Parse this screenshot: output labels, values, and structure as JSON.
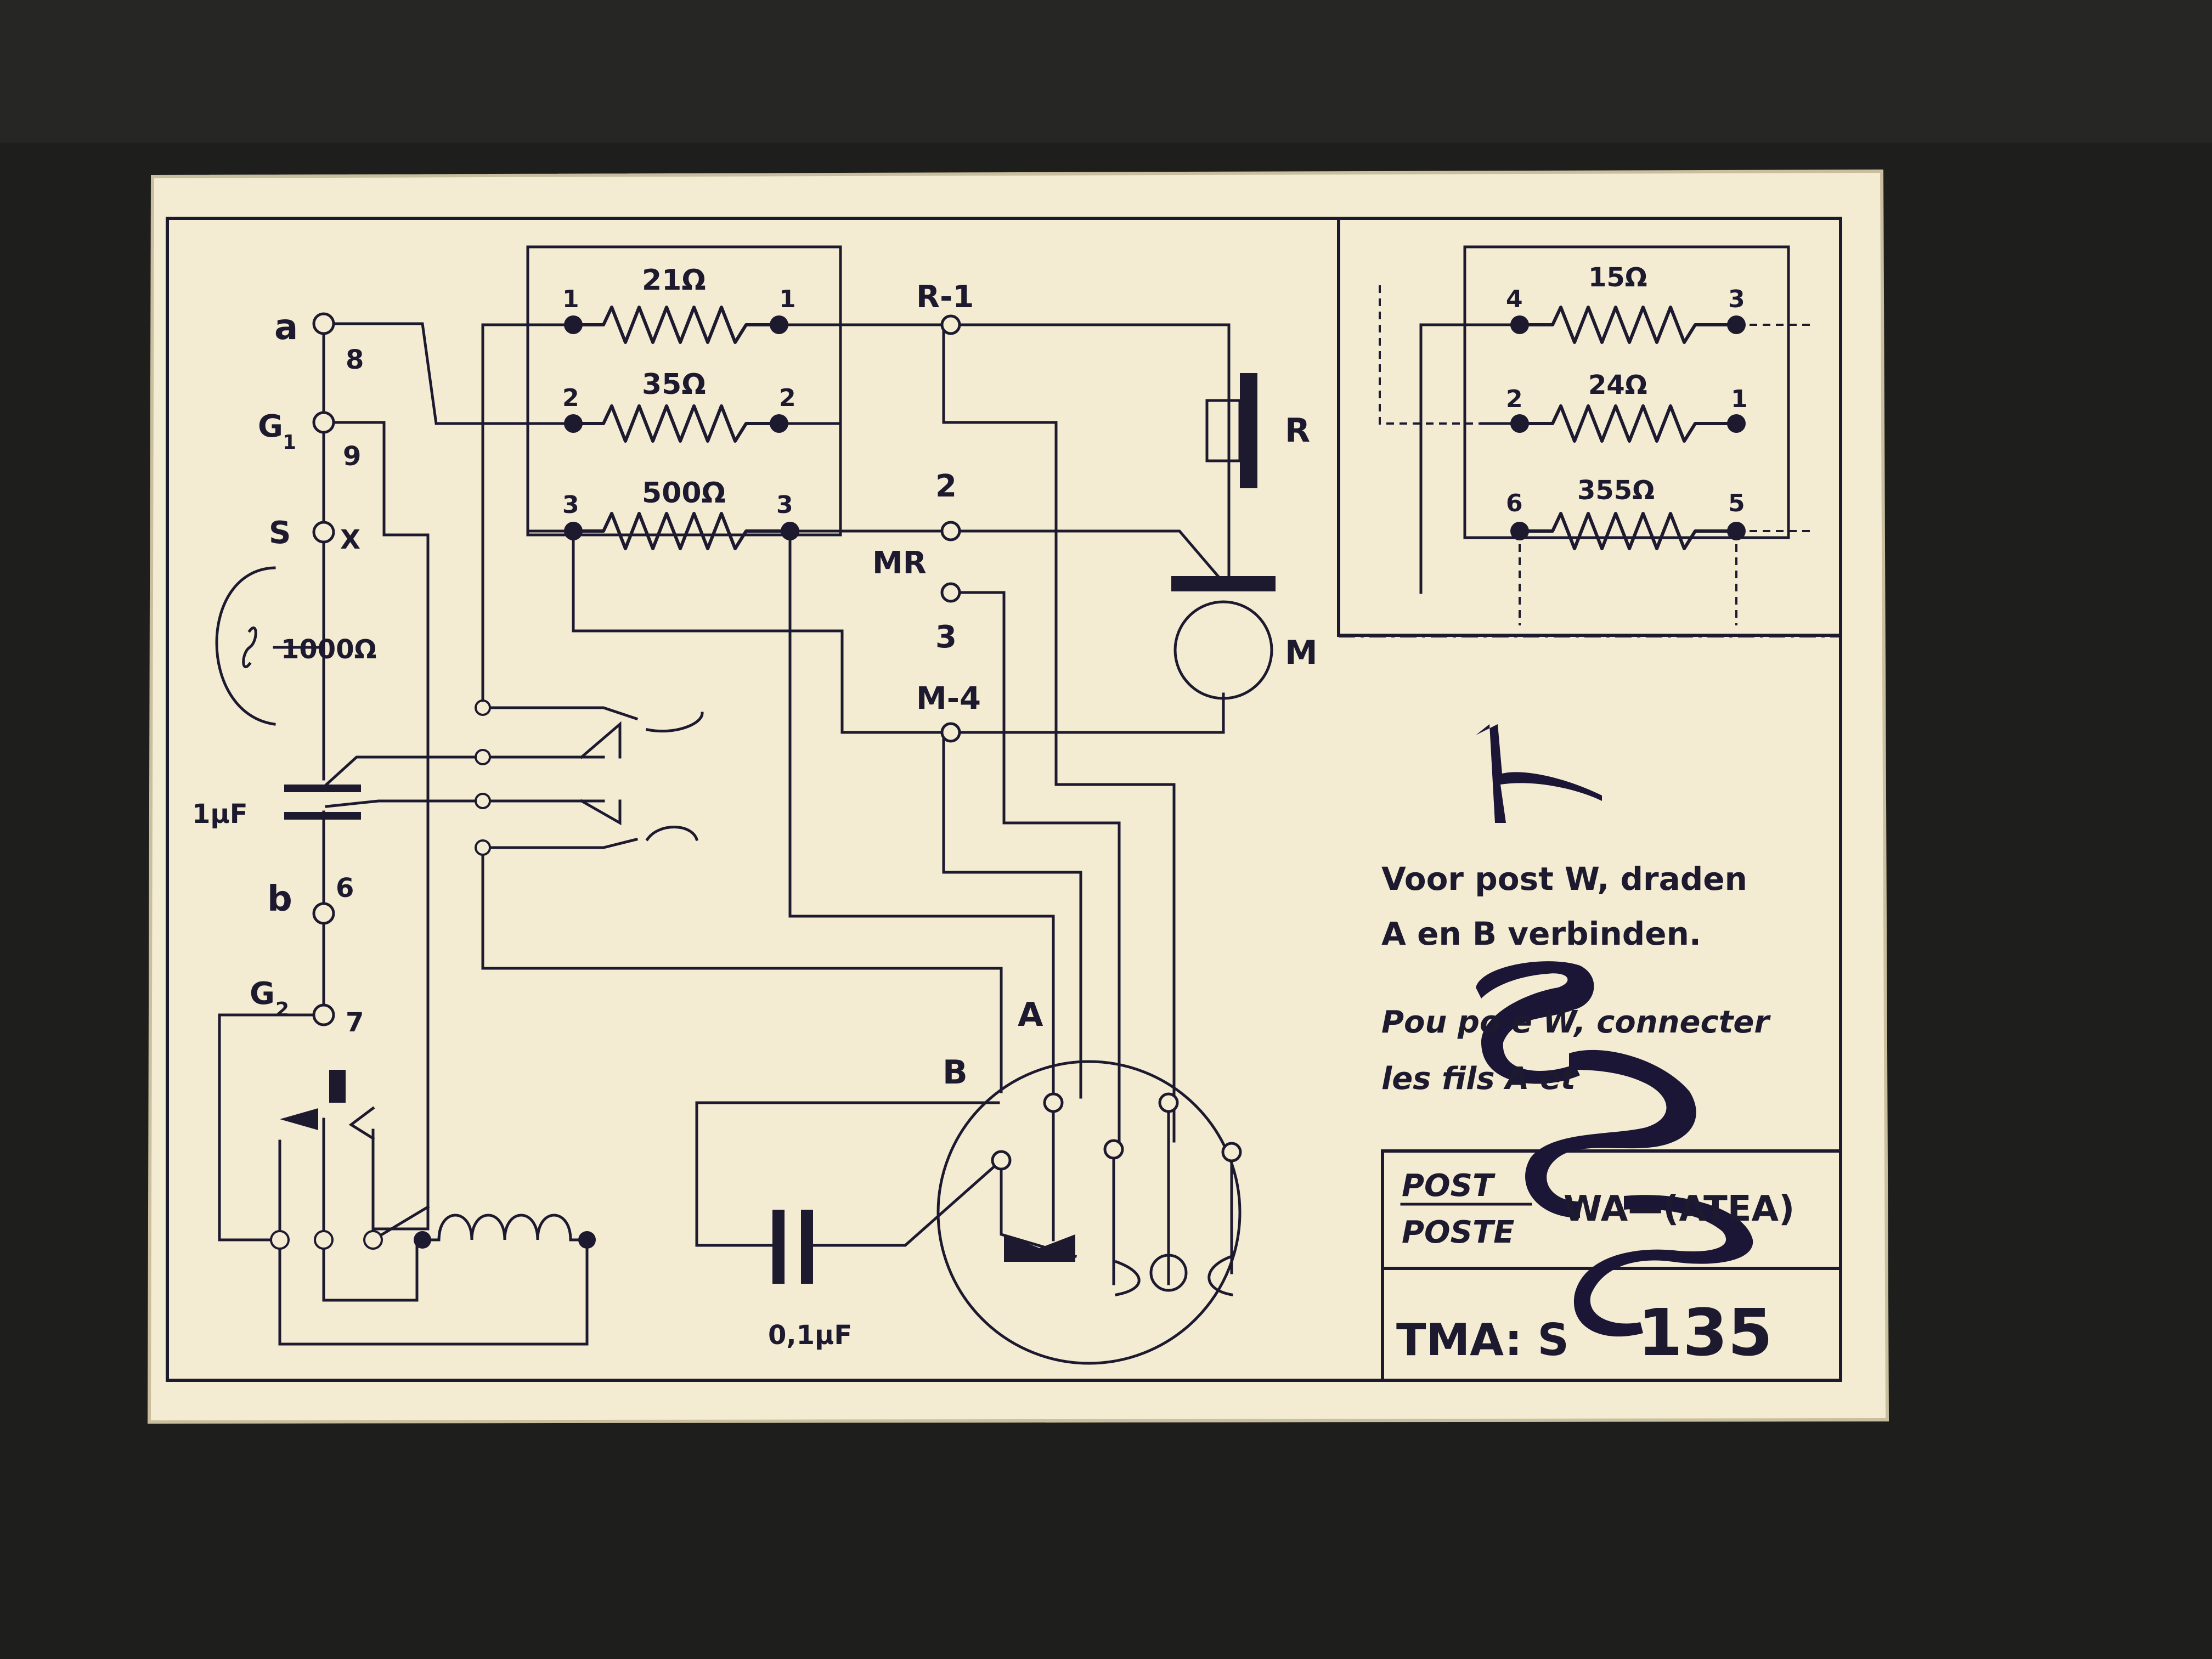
{
  "terminals": {
    "a": "a",
    "n8": "8",
    "g1": "G",
    "g1_sub": "1",
    "n9": "9",
    "s": "S",
    "x": "X",
    "b": "b",
    "n6": "6",
    "g2": "G",
    "g2_sub": "2",
    "n7": "7"
  },
  "components": {
    "res_21": "21Ω",
    "res_35": "35Ω",
    "res_500": "500Ω",
    "ringer": "1000Ω",
    "cap_1uf": "1μF",
    "cap_01uf": "0,1μF",
    "receiver": "R",
    "microphone": "M"
  },
  "node_labels": {
    "r1": "R-1",
    "n2": "2",
    "mr": "MR",
    "n3": "3",
    "m4": "M-4",
    "plug_a": "A",
    "plug_b": "B"
  },
  "pin_numbers": {
    "r21_left": "1",
    "r21_right": "1",
    "r35_left": "2",
    "r35_right": "2",
    "r500_left": "3",
    "r500_right": "3"
  },
  "alt_block": {
    "res_15": "15Ω",
    "res_15_left": "4",
    "res_15_right": "3",
    "res_24": "24Ω",
    "res_24_left": "2",
    "res_24_right": "1",
    "res_355": "355Ω",
    "res_355_left": "6",
    "res_355_right": "5"
  },
  "notes": {
    "nl_line1": "Voor post W, draden",
    "nl_line2": "A en B  verbinden.",
    "fr_line1": "Pou   po  e W, connecter",
    "fr_line2": "les  fils  A et"
  },
  "title_block": {
    "post_label": "POST",
    "poste_label": "POSTE",
    "post_value": "WA—(ATEA)",
    "tma_label": "TMA: S",
    "tma_value": "135"
  }
}
